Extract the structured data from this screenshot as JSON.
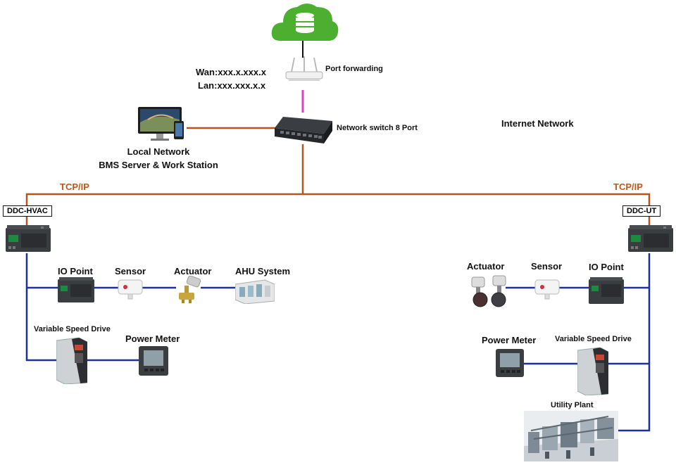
{
  "wan_label": "Wan:xxx.x.xxx.x",
  "lan_label": "Lan:xxx.xxx.x.x",
  "router_label": "Port forwarding",
  "switch_label": "Network switch 8 Port",
  "internet_label": "Internet Network",
  "local_network": {
    "line1": "Local Network",
    "line2": "BMS Server & Work Station"
  },
  "tcpip_left": "TCP/IP",
  "tcpip_right": "TCP/IP",
  "left_controller": {
    "label": "DDC-HVAC",
    "devices": {
      "io_point": "IO Point",
      "sensor": "Sensor",
      "actuator": "Actuator",
      "ahu": "AHU System",
      "vsd": "Variable Speed Drive",
      "power_meter": "Power Meter"
    }
  },
  "right_controller": {
    "label": "DDC-UT",
    "devices": {
      "actuator": "Actuator",
      "sensor": "Sensor",
      "io_point": "IO Point",
      "power_meter": "Power Meter",
      "vsd": "Variable Speed Drive",
      "utility_plant": "Utility Plant"
    }
  },
  "colors": {
    "tcp_line": "#b5541f",
    "field_bus": "#1f2f9c",
    "router_link": "#e040c0",
    "cloud": "#4caf2f",
    "tcp_text": "#c0561a"
  }
}
